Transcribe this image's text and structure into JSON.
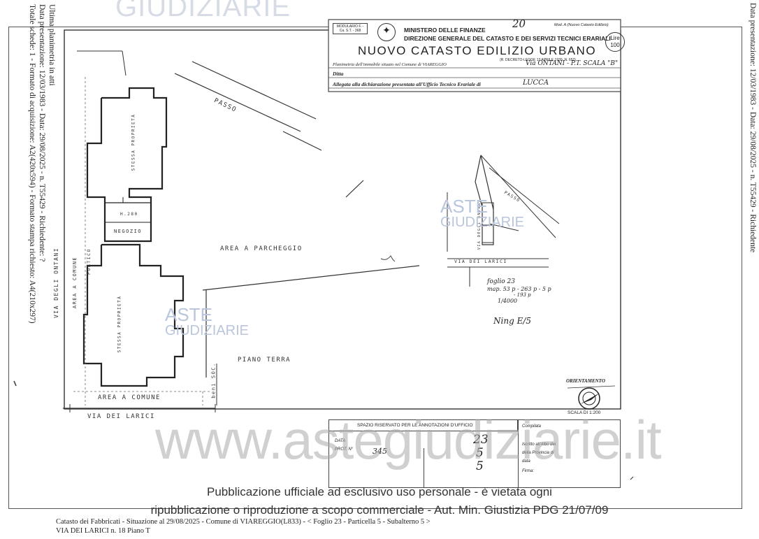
{
  "watermark_top": "GIUDIZIARIE",
  "left_margin": {
    "line1": "Ultima planimetria in atti",
    "line2": "Data presentazione: 12/03/1983 - Data: 29/08/2025 - n. T55429 - Richiedente: ?",
    "line3": "Totale schede: 1 - Formato di acquisizione: A2(420x594) - Formato stampa richiesto: A4(210x297)"
  },
  "right_margin": "Data presentazione: 12/03/1983 - Data: 29/08/2025 - n. T55429 - Richiedente",
  "header": {
    "form_code": "MODULARIO F. - Ca. S.T. - 368",
    "page_number": "20",
    "model": "Mod. A (Nuovo Catasto Edilizio)",
    "ministry": "MINISTERO DELLE FINANZE",
    "directorate": "DIREZIONE GENERALE DEL CATASTO E DEI SERVIZI TECNICI ERARIALI",
    "title": "NUOVO CATASTO EDILIZIO URBANO",
    "law_ref": "(R. DECRETO-LEGGE 13 APRILE 1939, N. 652)",
    "stamp": "Lire 100",
    "planimetria_label": "Planimetria dell'immobile situato nel Comune di VIAREGGIO",
    "address_hand": "Via ONTANI - P.T. SCALA \"B\"",
    "ditta_label": "Ditta",
    "allegata": "Allegata alla dichiarazione presentata all'Ufficio Tecnico Erariale di",
    "city_hand": "LUCCA"
  },
  "plan": {
    "passo": "PASSO",
    "stessa_proprieta_top": "STESSA PROPRIETÀ",
    "h_label": "H.280",
    "negozio": "NEGOZIO",
    "portico": "PORTICO",
    "area_comune_left": "AREA A COMUNE",
    "via_ontani": "VIA DEGLI ONTANI",
    "stessa_proprieta_bottom": "STESSA PROPRIETÀ",
    "area_parcheggio": "AREA A PARCHEGGIO",
    "piano_terra": "PIANO TERRA",
    "area_comune_bottom": "AREA A COMUNE",
    "via_larici": "VIA DEI LARICI",
    "beni_soc": "beni SOC."
  },
  "site_plan": {
    "passo": "PASSO",
    "via_ontani": "VIA DEGLI ONTANI",
    "via_larici": "VIA DEI LARICI",
    "foglio": "foglio 23",
    "mappali": "map. 53 p - 263 p - 5 p",
    "mappali2": "- 193 p",
    "scale": "1/4000",
    "signature": "Ning  E/5"
  },
  "aste_logo": {
    "top": "ASTE",
    "bottom": "GIUDIZIARIE"
  },
  "orientation": {
    "label": "ORIENTAMENTO",
    "scale": "SCALA DI 1:200"
  },
  "office_box": {
    "title": "SPAZIO RISERVATO PER LE ANNOTAZIONI D'UFFICIO",
    "data_label": "DATA",
    "prot_label": "PROT. N°",
    "prot_value": "345",
    "hand_23": "23",
    "hand_5a": "5",
    "hand_5b": "5",
    "compilato": "Compilata",
    "iscritto": "Iscritto all'Albo dei",
    "provincia": "della Provincia di",
    "data2": "data",
    "firma": "Firma:"
  },
  "big_watermark": "www.astegiudiziarie.it",
  "notice_line1": "Pubblicazione ufficiale ad esclusivo uso personale - è vietata ogni",
  "notice_line2": "ripubblicazione o riproduzione a scopo commerciale - Aut. Min. Giustizia PDG 21/07/09",
  "footer_line1": "Catasto dei Fabbricati - Situazione al 29/08/2025 - Comune di VIAREGGIO(L833) - <  Foglio 23 - Particella 5 - Subalterno 5 >",
  "footer_line2": "VIA DEI LARICI n. 18 Piano T"
}
